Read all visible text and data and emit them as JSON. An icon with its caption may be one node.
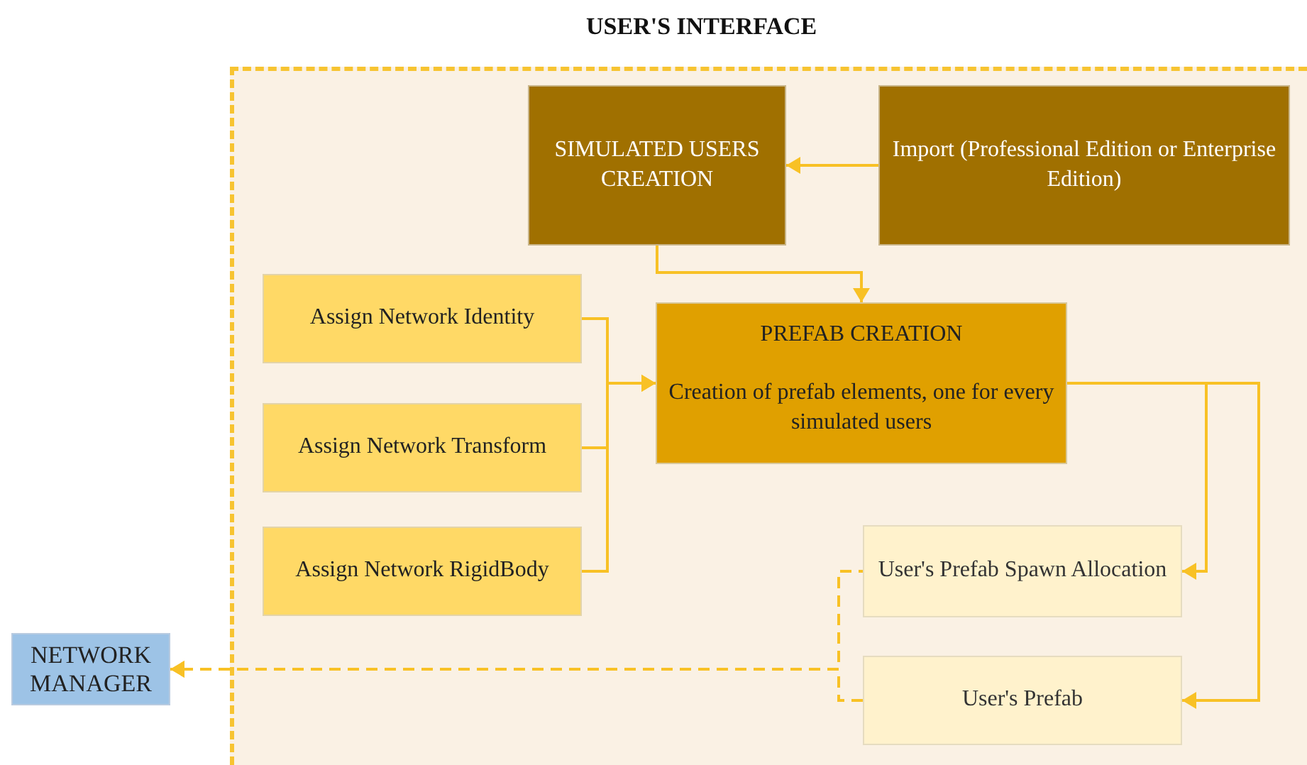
{
  "diagram": {
    "nodes": [
      {
        "text": [
          "USER'S INTERFACE"
        ]
      },
      {
        "text": [
          "SIMULATED USERS CREATION"
        ],
        "in": 0
      },
      {
        "text": [
          "Import (Professional Edition or Enterprise Edition)"
        ],
        "in": 0
      },
      {
        "text": [
          "Assign Network Identity"
        ],
        "in": 0
      },
      {
        "text": [
          "Assign Network Transform"
        ],
        "in": 0
      },
      {
        "text": [
          "Assign Network RigidBody"
        ],
        "in": 0
      },
      {
        "text": [
          "PREFAB CREATION",
          "Creation of prefab elements, one for every simulated users"
        ],
        "in": 0
      },
      {
        "text": [
          "User's Prefab Spawn Allocation"
        ],
        "in": 0
      },
      {
        "text": [
          "User's Prefab"
        ],
        "in": 0
      },
      {
        "text": [
          "NETWORK MANAGER"
        ]
      }
    ],
    "edges": [
      {
        "from": 2,
        "to": 1,
        "arrow": "to"
      },
      {
        "from": 1,
        "to": 6,
        "arrow": "to"
      },
      {
        "from": 3,
        "to": 6,
        "arrow": "to"
      },
      {
        "from": 4,
        "to": 6,
        "arrow": "to"
      },
      {
        "from": 5,
        "to": 6,
        "arrow": "to"
      },
      {
        "from": 6,
        "to": 7,
        "arrow": "to"
      },
      {
        "from": 6,
        "to": 8,
        "arrow": "to"
      },
      {
        "from": 7,
        "to": 9,
        "arrow": "to",
        "style": "dashed"
      },
      {
        "from": 8,
        "to": 9,
        "arrow": "to",
        "style": "dashed"
      }
    ]
  }
}
